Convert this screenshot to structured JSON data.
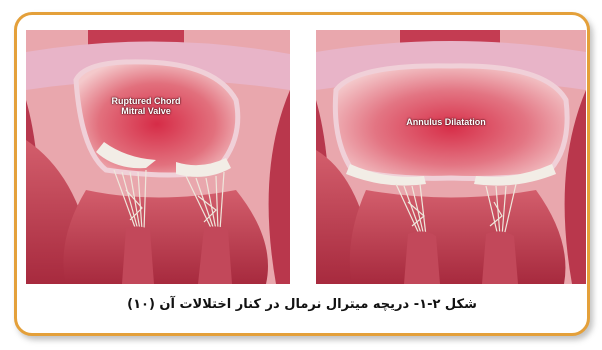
{
  "figure": {
    "left_panel_label": "Ruptured Chord\nMitral Valve",
    "right_panel_label": "Annulus Dilatation",
    "caption": "شکل ۲-۱- دریچه میترال نرمال در کنار اختلالات آن (۱۰)"
  },
  "colors": {
    "frame_border": "#e4a03a",
    "muscle": "#c7475a",
    "muscle_dark": "#9c2639",
    "chamber_blood": "#d9364f",
    "chamber_light": "#f3c1c3",
    "leaflet": "#f1ece4",
    "chordae": "#efe7dc"
  }
}
